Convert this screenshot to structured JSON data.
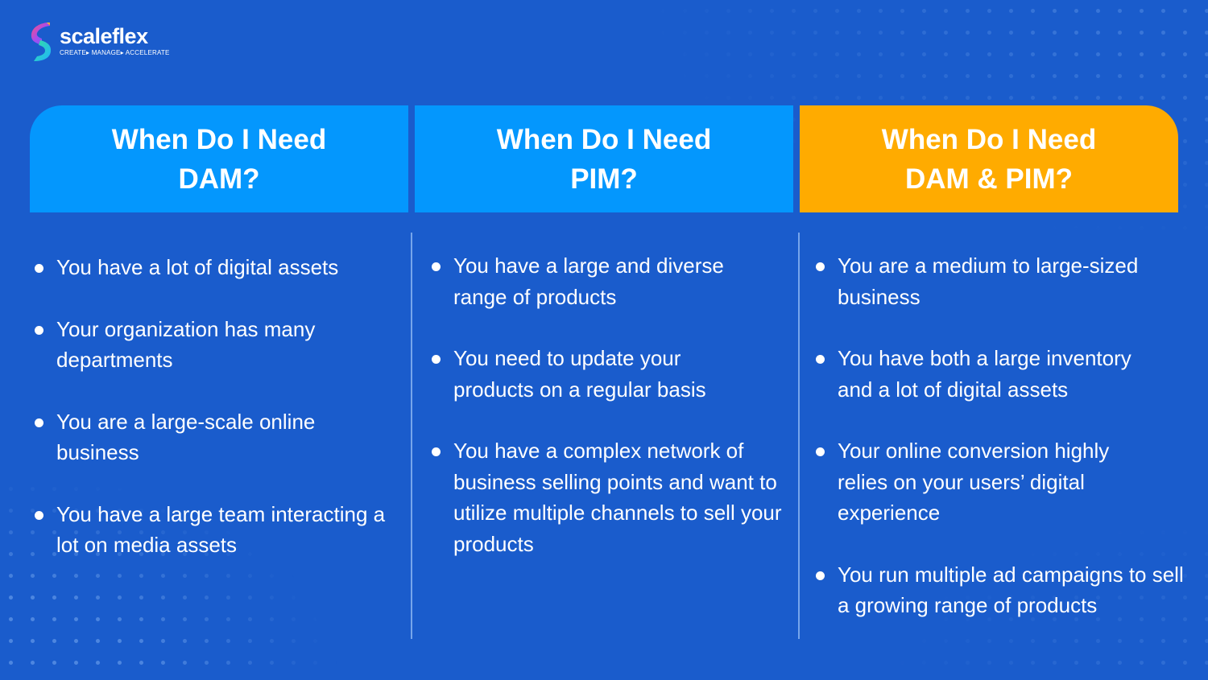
{
  "brand": {
    "name": "scaleflex",
    "tagline": "CREATE▸ MANAGE▸ ACCELERATE",
    "logo_icon": "scaleflex-s-logo-icon"
  },
  "colors": {
    "background": "#1a5ccc",
    "header_blue": "#0497fd",
    "header_orange": "#ffab00",
    "text": "#ffffff"
  },
  "columns": [
    {
      "title_line1": "When Do I Need",
      "title_line2": "DAM?",
      "items": [
        "You have a lot of digital assets",
        "Your organization has many departments",
        "You are a large-scale online business",
        "You have a large team interacting a lot on media assets"
      ]
    },
    {
      "title_line1": "When Do I Need",
      "title_line2": "PIM?",
      "items": [
        "You have a large and diverse range of products",
        "You need to update your products on a regular basis",
        "You have a complex network of business selling points and want to utilize multiple channels to sell your products"
      ]
    },
    {
      "title_line1": "When Do I Need",
      "title_line2": "DAM & PIM?",
      "items": [
        "You are a medium to large-sized business",
        "You have both a large inventory and a lot of digital assets",
        "Your online conversion highly relies on your users’ digital experience",
        "You run multiple ad campaigns to sell a growing range of products"
      ]
    }
  ]
}
